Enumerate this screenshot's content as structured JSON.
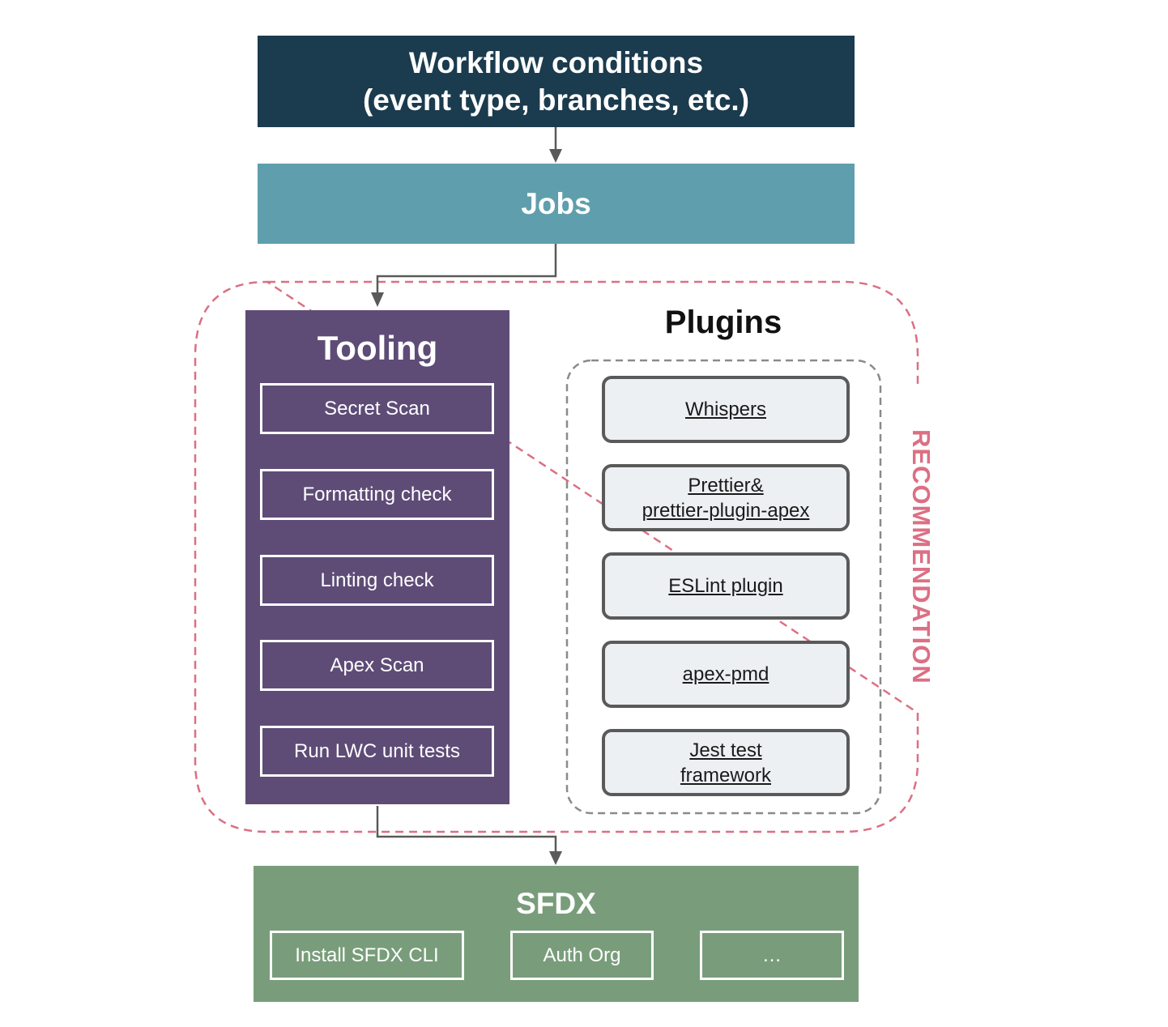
{
  "conditions": {
    "line1": "Workflow conditions",
    "line2": "(event type, branches, etc.)"
  },
  "jobs": {
    "label": "Jobs"
  },
  "tooling": {
    "title": "Tooling",
    "steps": [
      "Secret Scan",
      "Formatting check",
      "Linting check",
      "Apex Scan",
      "Run LWC unit tests"
    ]
  },
  "plugins": {
    "title": "Plugins",
    "items": [
      {
        "line1": "Whispers",
        "line2": ""
      },
      {
        "line1": "Prettier&",
        "line2": "prettier-plugin-apex"
      },
      {
        "line1": "ESLint plugin",
        "line2": ""
      },
      {
        "line1": "apex-pmd",
        "line2": ""
      },
      {
        "line1": "Jest test",
        "line2": "framework"
      }
    ]
  },
  "recommendation": {
    "label": "RECOMMENDATION"
  },
  "sfdx": {
    "title": "SFDX",
    "steps": [
      "Install SFDX CLI",
      "Auth Org",
      "…"
    ]
  },
  "colors": {
    "conditions_bg": "#1b3b4e",
    "jobs_bg": "#5f9fad",
    "tooling_bg": "#5e4c77",
    "sfdx_bg": "#799d7b",
    "recommendation_border": "#dc6f84",
    "plugin_bg": "#edf0f3",
    "connector": "#5a5a5a"
  }
}
